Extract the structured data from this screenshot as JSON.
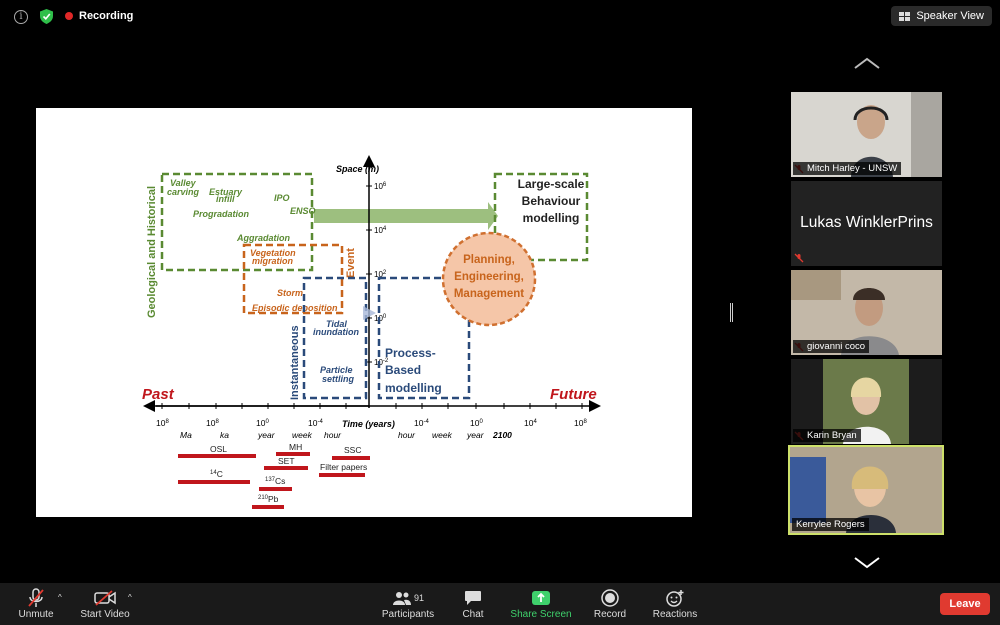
{
  "topbar": {
    "recording": "Recording",
    "speaker_view": "Speaker View"
  },
  "slide": {
    "past": "Past",
    "future": "Future",
    "space_label": "Space (m)",
    "time_label": "Time (years)",
    "y_ticks": {
      "e6": "10",
      "e6s": "6",
      "e4": "10",
      "e4s": "4",
      "e2": "10",
      "e2s": "2",
      "e0": "10",
      "e0s": "0",
      "em2": "10",
      "em2s": "-2"
    },
    "x_ticks": [
      {
        "base": "10",
        "sup": "8"
      },
      {
        "base": "10",
        "sup": "8"
      },
      {
        "base": "10",
        "sup": "0"
      },
      {
        "base": "10",
        "sup": "-4"
      },
      {
        "base": "10",
        "sup": "-4"
      },
      {
        "base": "10",
        "sup": "0"
      },
      {
        "base": "10",
        "sup": "4"
      },
      {
        "base": "10",
        "sup": "8"
      }
    ],
    "x_units": [
      "Ma",
      "ka",
      "year",
      "week",
      "hour",
      "hour",
      "week",
      "year",
      "2100"
    ],
    "geo_title": "Geological and Historical",
    "geo_items": [
      "Valley",
      "carving",
      "Estuary",
      "infill",
      "IPO",
      "ENSO",
      "Progradation",
      "Aggradation"
    ],
    "event_title": "Event",
    "event_items": [
      "Vegetation",
      "migration",
      "Storm",
      "Episodic deposition"
    ],
    "inst_title": "Instantaneous",
    "inst_items": [
      "Tidal",
      "inundation",
      "Particle",
      "settling"
    ],
    "large_scale": [
      "Large-scale",
      "Behaviour",
      "modelling"
    ],
    "process": [
      "Process-",
      "Based",
      "modelling"
    ],
    "planning": [
      "Planning,",
      "Engineering,",
      "Management"
    ],
    "methods": {
      "osl": "OSL",
      "c14": "C",
      "c14s": "14",
      "mh": "MH",
      "set": "SET",
      "cs": "Cs",
      "css": "137",
      "pb": "Pb",
      "pbs": "210",
      "ssc": "SSC",
      "filter": "Filter papers"
    },
    "colors": {
      "geo": "#5a8a32",
      "event": "#c8641c",
      "inst": "#2a4a7a",
      "arrow": "#9dbf7f",
      "circle_fill": "#f5c6a8",
      "circle_stroke": "#d07030",
      "bar": "#c0161c",
      "future": "#c0161c"
    }
  },
  "participants": [
    {
      "name": "Mitch Harley - UNSW"
    },
    {
      "name": "Lukas WinklerPrins"
    },
    {
      "name": "giovanni coco"
    },
    {
      "name": "Karin Bryan"
    },
    {
      "name": "Kerrylee Rogers"
    }
  ],
  "toolbar": {
    "unmute": "Unmute",
    "start_video": "Start Video",
    "participants": "Participants",
    "participants_count": "91",
    "chat": "Chat",
    "share": "Share Screen",
    "record": "Record",
    "reactions": "Reactions",
    "leave": "Leave"
  }
}
